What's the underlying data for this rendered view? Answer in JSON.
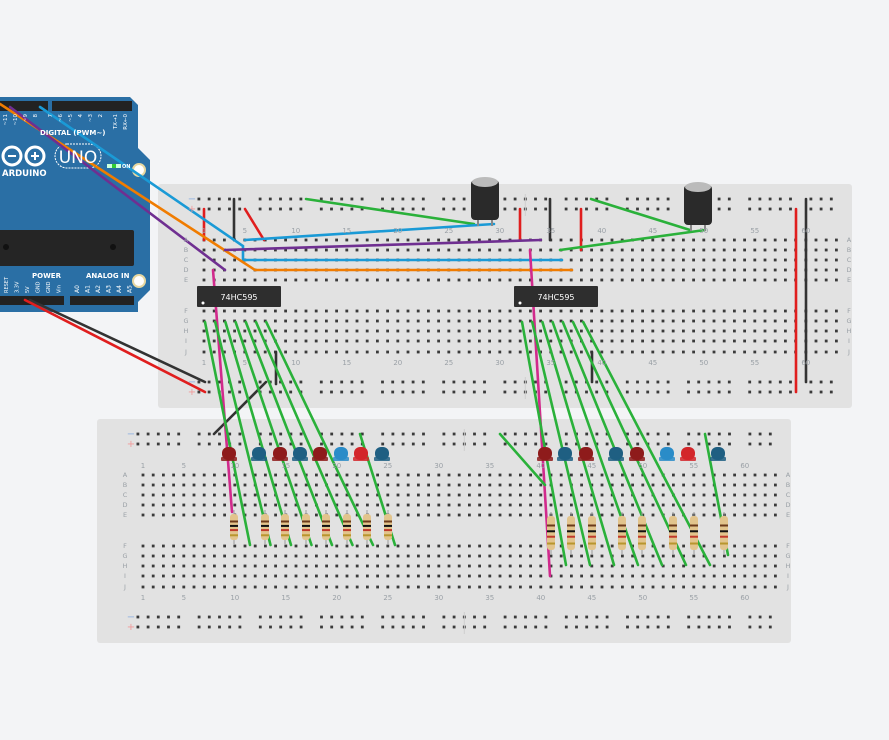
{
  "colors": {
    "background": "#f3f4f6",
    "breadboard": "#e2e2e2",
    "arduino": "#2a6fa5",
    "wire_green": "#2ab13a",
    "wire_blue": "#1a9ad6",
    "wire_orange": "#f07c00",
    "wire_purple": "#6f2f91",
    "wire_magenta": "#d12a8c",
    "wire_red": "#e01e1e",
    "wire_black": "#333333"
  },
  "arduino": {
    "brand": "ARDUINO",
    "model": "UNO",
    "digital_label": "DIGITAL (PWM~)",
    "on_label": "ON",
    "power_label": "POWER",
    "analog_label": "ANALOG IN",
    "digital_pins": [
      "~11",
      "~10",
      "~9",
      "8",
      "7",
      "~6",
      "~5",
      "4",
      "~3",
      "2",
      "TX→1",
      "RX←0"
    ],
    "power_pins": [
      "RESET",
      "3.3V",
      "5V",
      "GND",
      "GND",
      "Vin"
    ],
    "analog_pins": [
      "A0",
      "A1",
      "A2",
      "A3",
      "A4",
      "A5"
    ]
  },
  "breadboard": {
    "column_numbers": [
      "1",
      "5",
      "10",
      "15",
      "20",
      "25",
      "30",
      "35",
      "40",
      "45",
      "50",
      "55",
      "60"
    ],
    "rows_top": [
      "A",
      "B",
      "C",
      "D",
      "E"
    ],
    "rows_bottom": [
      "F",
      "G",
      "H",
      "I",
      "J"
    ],
    "rail_minus": "−",
    "rail_plus": "+"
  },
  "chips": [
    {
      "label": "74HC595"
    },
    {
      "label": "74HC595"
    }
  ],
  "leds": {
    "group1": [
      "red",
      "blue",
      "red",
      "blue",
      "red",
      "lightblue",
      "brightred",
      "blue"
    ],
    "group2": [
      "red",
      "blue",
      "red",
      "blue",
      "red",
      "lightblue",
      "brightred",
      "blue"
    ]
  }
}
